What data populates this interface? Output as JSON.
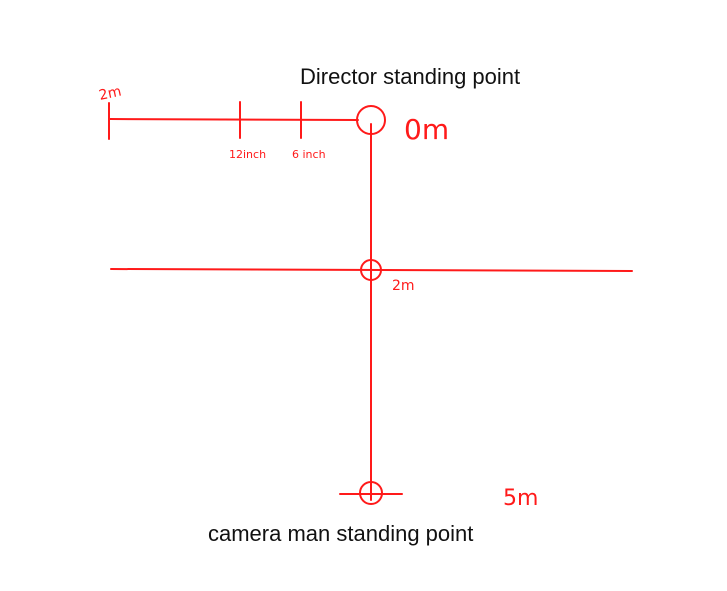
{
  "labels": {
    "director": "Director standing point",
    "camera_man": "camera man standing point"
  },
  "distance_marks": {
    "top_left": "2m",
    "twelve_inch": "12inch",
    "six_inch": "6 inch",
    "zero": "0m",
    "middle": "2m",
    "bottom": "5m"
  },
  "colors": {
    "ink": "#ff1a1a",
    "text": "#111111"
  }
}
